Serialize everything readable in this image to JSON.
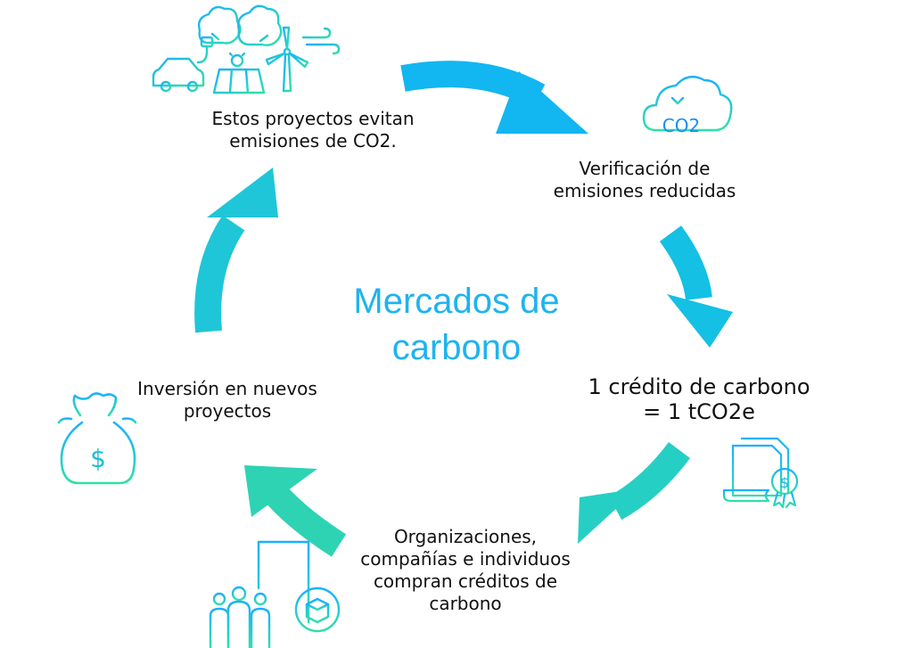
{
  "title": {
    "line1": "Mercados de",
    "line2": "carbono"
  },
  "colors": {
    "title": "#1fb3ef",
    "arrow_blue": "#12b6f0",
    "arrow_cyan": "#1ec9d6",
    "arrow_teal": "#2bd4b5",
    "icon_top": "#1ab0ff",
    "icon_bottom": "#2fe0a8"
  },
  "steps": [
    {
      "line1": "Estos proyectos evitan",
      "line2": "emisiones de CO2.",
      "icon": "renewable-energy-icon"
    },
    {
      "line1": "Verificación de",
      "line2": "emisiones reducidas",
      "icon": "co2-cloud-icon"
    },
    {
      "line1": "1 crédito de carbono",
      "line2": "= 1 tCO2e",
      "icon": "certificate-icon"
    },
    {
      "line1": "Organizaciones,",
      "line2": "compañías e individuos",
      "line3": "compran créditos de",
      "line4": "carbono",
      "icon": "organizations-icon"
    },
    {
      "line1": "Inversión en nuevos",
      "line2": "proyectos",
      "icon": "money-bag-icon"
    }
  ],
  "icons": {
    "co2_text": "CO2"
  }
}
